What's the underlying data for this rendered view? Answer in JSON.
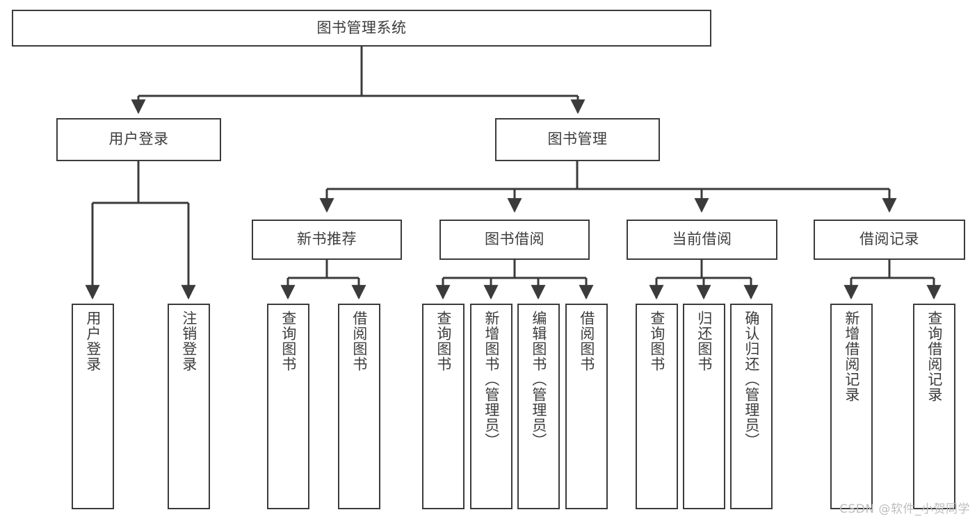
{
  "diagram": {
    "title": "图书管理系统",
    "type": "hierarchy-tree",
    "watermark": "CSDN @软件_小贺同学",
    "colors": {
      "background": "#ffffff",
      "box_border": "#3b3b3b",
      "box_fill": "#ffffff",
      "text": "#3c3c3c",
      "edge": "#3b3b3b",
      "watermark": "#bdbdbd"
    },
    "levels": {
      "root": {
        "id": "root",
        "label": "图书管理系统"
      },
      "level2": [
        {
          "id": "user-login",
          "label": "用户登录"
        },
        {
          "id": "book-manage",
          "label": "图书管理"
        }
      ],
      "level3": [
        {
          "id": "new-book-recommend",
          "label": "新书推荐",
          "parent": "book-manage"
        },
        {
          "id": "book-borrow",
          "label": "图书借阅",
          "parent": "book-manage"
        },
        {
          "id": "current-borrow",
          "label": "当前借阅",
          "parent": "book-manage"
        },
        {
          "id": "borrow-record",
          "label": "借阅记录",
          "parent": "book-manage"
        }
      ],
      "leaves": [
        {
          "id": "leaf-user-login",
          "label": "用户登录",
          "parent": "user-login"
        },
        {
          "id": "leaf-user-logout",
          "label": "注销登录",
          "parent": "user-login"
        },
        {
          "id": "leaf-query-book-1",
          "label": "查询图书",
          "parent": "new-book-recommend"
        },
        {
          "id": "leaf-borrow-book-1",
          "label": "借阅图书",
          "parent": "new-book-recommend"
        },
        {
          "id": "leaf-query-book-2",
          "label": "查询图书",
          "parent": "book-borrow"
        },
        {
          "id": "leaf-add-book",
          "label": "新增图书（管理员）",
          "parent": "book-borrow"
        },
        {
          "id": "leaf-edit-book",
          "label": "编辑图书（管理员）",
          "parent": "book-borrow"
        },
        {
          "id": "leaf-borrow-book-2",
          "label": "借阅图书",
          "parent": "book-borrow"
        },
        {
          "id": "leaf-query-book-3",
          "label": "查询图书",
          "parent": "current-borrow"
        },
        {
          "id": "leaf-return-book",
          "label": "归还图书",
          "parent": "current-borrow"
        },
        {
          "id": "leaf-confirm-return",
          "label": "确认归还（管理员）",
          "parent": "current-borrow"
        },
        {
          "id": "leaf-add-record",
          "label": "新增借阅记录",
          "parent": "borrow-record"
        },
        {
          "id": "leaf-query-record",
          "label": "查询借阅记录",
          "parent": "borrow-record"
        }
      ]
    }
  }
}
